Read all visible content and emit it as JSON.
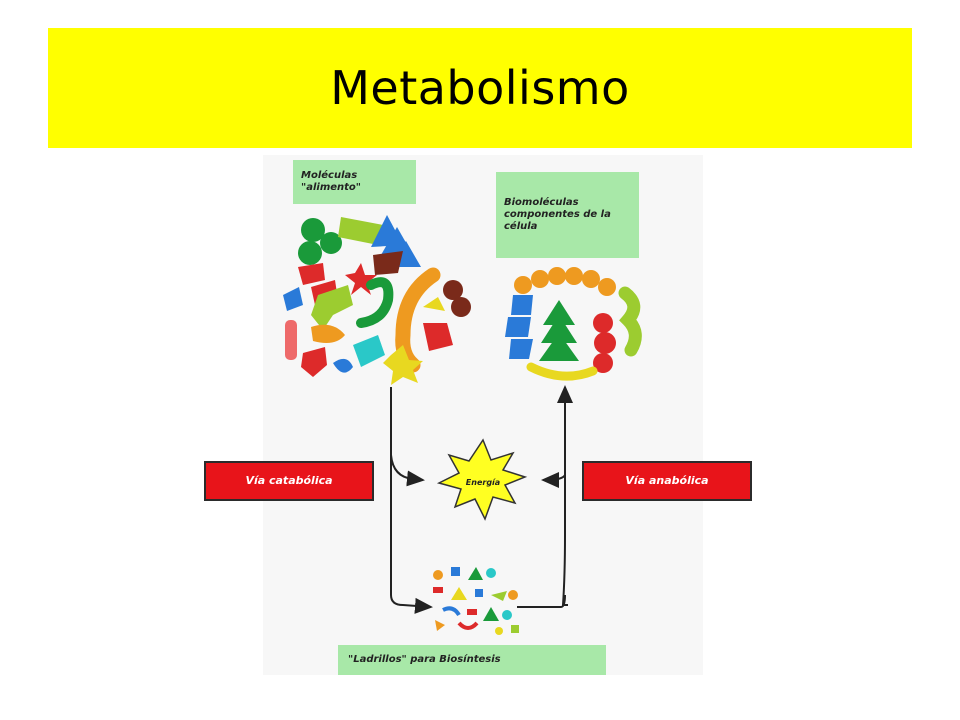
{
  "title": "Metabolismo",
  "labels": {
    "food_molecules": "Moléculas \"alimento\"",
    "cell_biomolecules": "Biomoléculas componentes de la célula",
    "catabolic": "Vía catabólica",
    "anabolic": "Vía anabólica",
    "energy": "Energía",
    "building_blocks": "\"Ladrillos\" para Biosíntesis"
  },
  "colors": {
    "title_bg": "#ffff00",
    "label_green": "#a8e8a8",
    "label_red": "#e8141a",
    "energy_star": "#ffff22"
  },
  "icons": [
    "food-molecules-cluster",
    "biomolecules-cell-ring",
    "energy-burst-icon",
    "building-blocks-cluster"
  ]
}
